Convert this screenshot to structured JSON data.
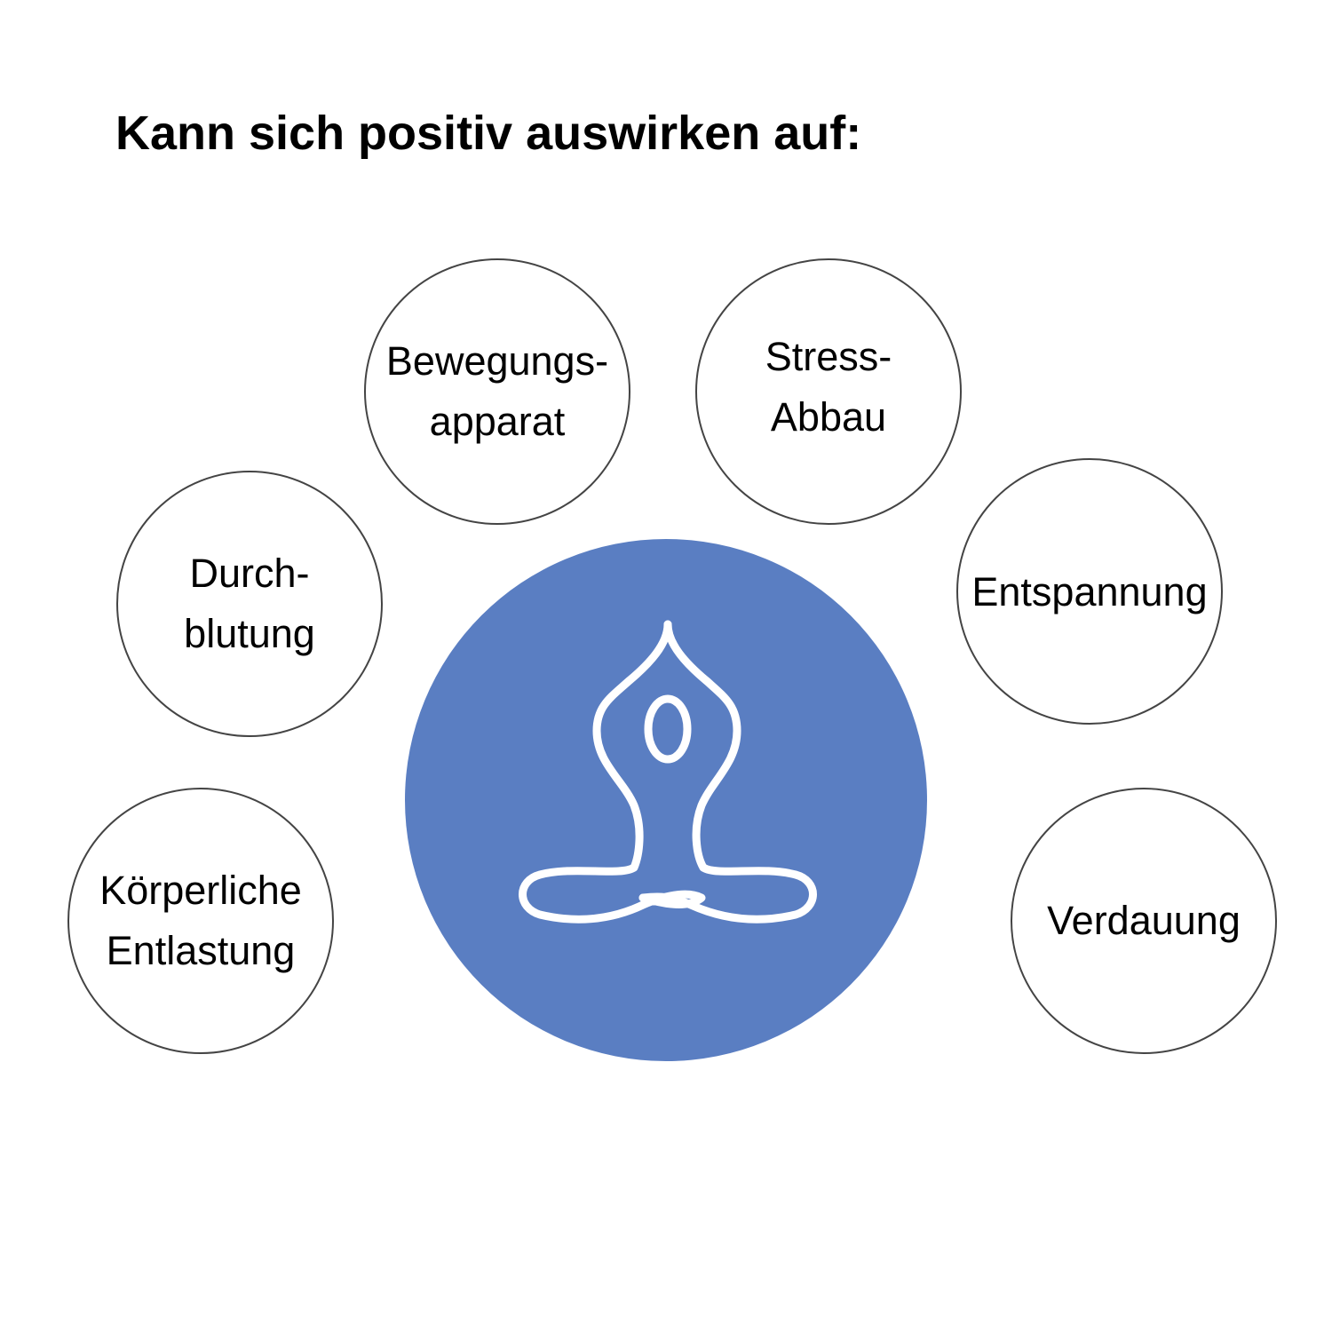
{
  "title": "Kann sich positiv auswirken auf:",
  "colors": {
    "center_fill": "#5a7ec2",
    "icon_stroke": "#ffffff",
    "bubble_border": "#444444"
  },
  "center_icon": "meditation-pose-icon",
  "bubbles": {
    "bewegungsapparat": {
      "line1": "Bewegungs-",
      "line2": "apparat"
    },
    "stress_abbau": {
      "line1": "Stress-",
      "line2": "Abbau"
    },
    "durchblutung": {
      "line1": "Durch-",
      "line2": "blutung"
    },
    "entspannung": {
      "line1": "Entspannung"
    },
    "koerperliche_entlastung": {
      "line1": "Körperliche",
      "line2": "Entlastung"
    },
    "verdauung": {
      "line1": "Verdauung"
    }
  }
}
